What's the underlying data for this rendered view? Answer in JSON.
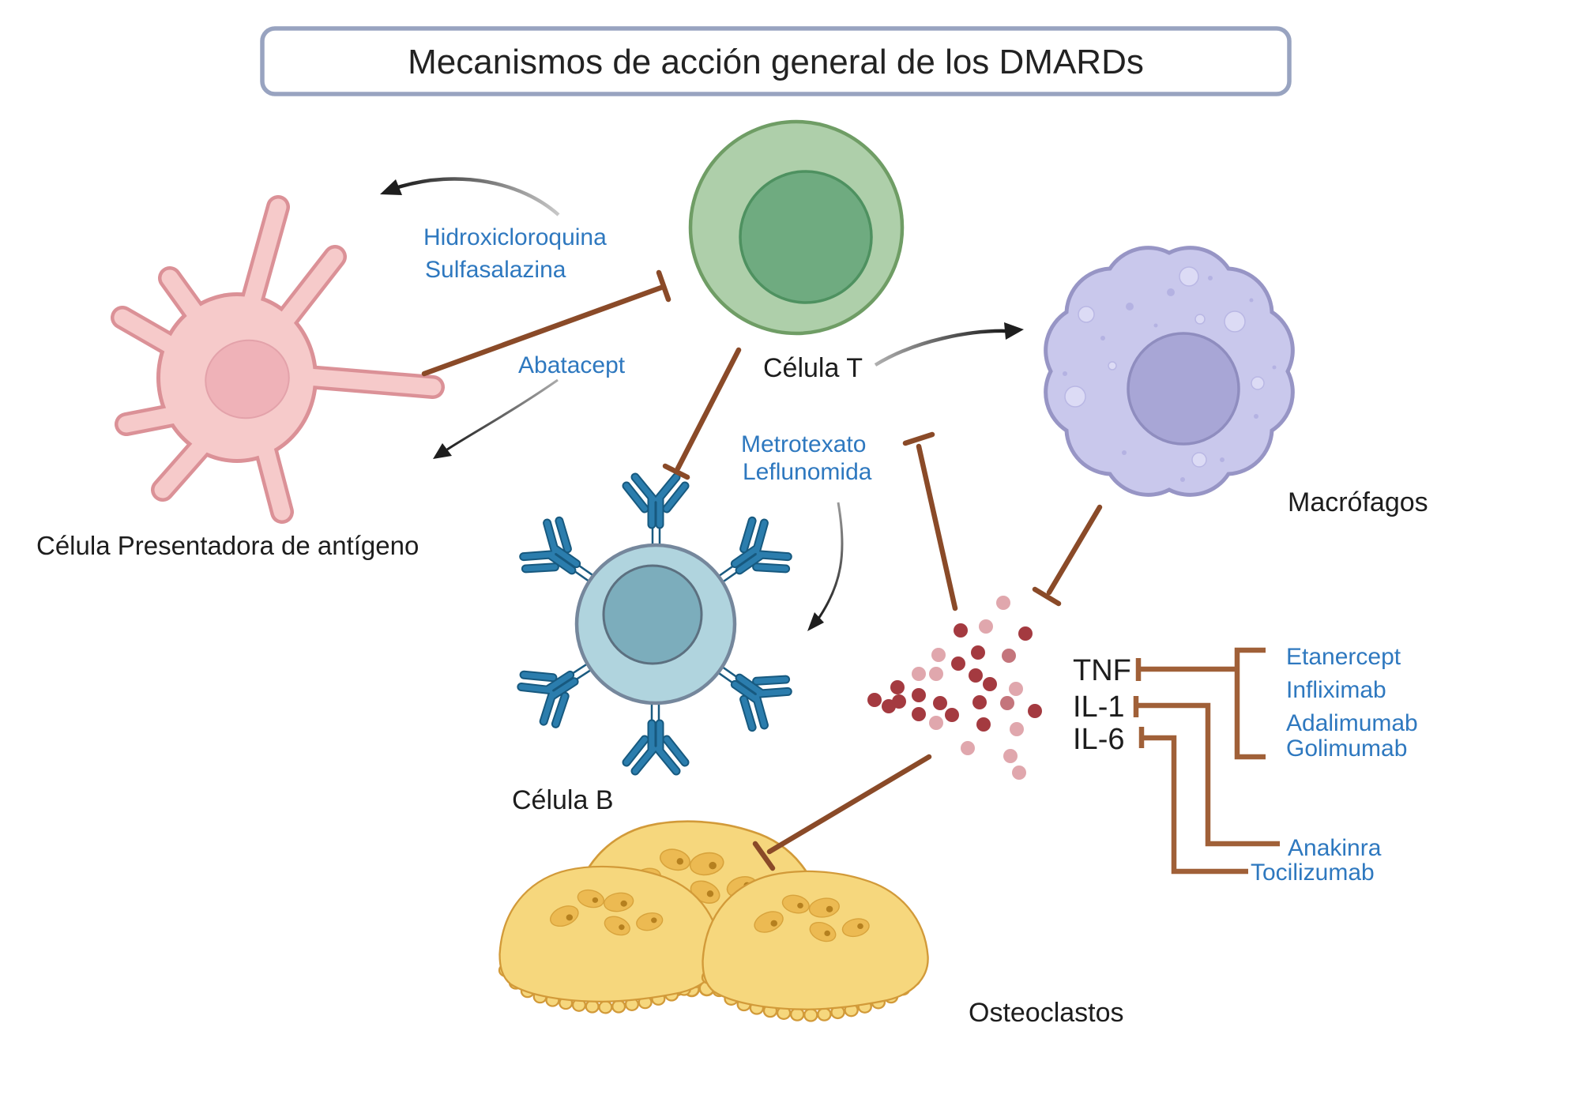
{
  "title": "Mecanismos de acción general de los DMARDs",
  "labels": {
    "t_cell": "Célula T",
    "b_cell": "Célula B",
    "apc": "Célula Presentadora de antígeno",
    "macrophage": "Macrófagos",
    "osteoclasts": "Osteoclastos"
  },
  "drugs": {
    "hydroxychloroquine": "Hidroxicloroquina",
    "sulfasalazine": "Sulfasalazina",
    "abatacept": "Abatacept",
    "methotrexate": "Metrotexato",
    "leflunomide": "Leflunomida",
    "tnf_inhibitors": [
      "Etanercept",
      "Infliximab",
      "Adalimumab",
      "Golimumab"
    ],
    "il1_inhibitor": "Anakinra",
    "il6_inhibitor": "Tocilizumab"
  },
  "cytokines": {
    "tnf": "TNF",
    "il1": "IL-1",
    "il6": "IL-6"
  },
  "colors": {
    "drug_text_blue": "#2e78bf",
    "inhibitor_brown": "#8a4a28",
    "bracket_brown": "#a06038",
    "arrow_black": "#1e1e1e",
    "title_border": "#98a3c0",
    "t_cell_fill": "#aecfaa",
    "t_cell_border": "#6f9d65",
    "t_cell_nucleus": "#6fab80",
    "b_cell_fill": "#b0d4de",
    "b_cell_border": "#75879c",
    "b_cell_nucleus": "#7cadbc",
    "antibody_blue": "#2b7dad",
    "apc_fill": "#f6caca",
    "apc_border": "#db9197",
    "macrophage_fill": "#c9c8ec",
    "macrophage_border": "#9795c5",
    "macrophage_nucleus": "#a8a6d6",
    "osteoclast_fill": "#f6d77d",
    "osteoclast_border": "#d29a39",
    "osteoclast_nucleus": "#ecba52",
    "dot_dark": "#a43a40",
    "dot_mid": "#c4757c",
    "dot_pink": "#e0a7ad"
  },
  "cytokine_dots": [
    [
      1270,
      763,
      "p"
    ],
    [
      1216,
      798,
      "d"
    ],
    [
      1248,
      793,
      "p"
    ],
    [
      1298,
      802,
      "d"
    ],
    [
      1188,
      829,
      "p"
    ],
    [
      1238,
      826,
      "d"
    ],
    [
      1277,
      830,
      "m"
    ],
    [
      1213,
      840,
      "d"
    ],
    [
      1163,
      853,
      "p"
    ],
    [
      1185,
      853,
      "p"
    ],
    [
      1235,
      855,
      "d"
    ],
    [
      1253,
      866,
      "d"
    ],
    [
      1286,
      872,
      "p"
    ],
    [
      1136,
      870,
      "d"
    ],
    [
      1163,
      880,
      "d"
    ],
    [
      1107,
      886,
      "d"
    ],
    [
      1125,
      894,
      "d"
    ],
    [
      1138,
      888,
      "d"
    ],
    [
      1190,
      890,
      "d"
    ],
    [
      1240,
      889,
      "d"
    ],
    [
      1275,
      890,
      "m"
    ],
    [
      1310,
      900,
      "d"
    ],
    [
      1163,
      904,
      "d"
    ],
    [
      1205,
      905,
      "d"
    ],
    [
      1185,
      915,
      "p"
    ],
    [
      1245,
      917,
      "d"
    ],
    [
      1287,
      923,
      "p"
    ],
    [
      1225,
      947,
      "p"
    ],
    [
      1279,
      957,
      "p"
    ],
    [
      1290,
      978,
      "p"
    ]
  ]
}
